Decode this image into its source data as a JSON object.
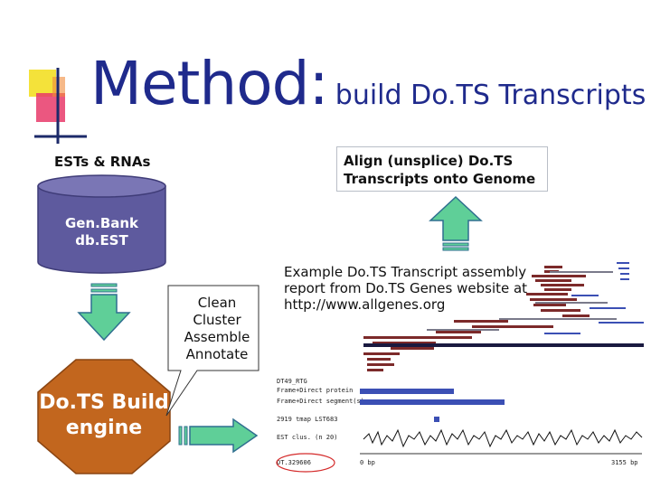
{
  "title": {
    "main": "Method:",
    "sub": "build Do.TS Transcripts"
  },
  "left": {
    "source_label": "ESTs & RNAs",
    "database": {
      "line1": "Gen.Bank",
      "line2": "db.EST"
    },
    "engine": {
      "line1": "Do.TS Build",
      "line2": "engine"
    }
  },
  "callout": {
    "lines": [
      "Clean",
      "Cluster",
      "Assemble",
      "Annotate"
    ]
  },
  "align": {
    "line1": "Align (unsplice) Do.TS",
    "line2": "Transcripts onto Genome"
  },
  "report": {
    "caption_line1": "Example Do.TS Transcript assembly",
    "caption_line2": "report from Do.TS Genes website at",
    "caption_line3": "http://www.allgenes.org",
    "track_labels": [
      "DT49_RTG",
      "Frame+Direct protein",
      "Frame+Direct segment(s)",
      "2919 tmap LST683",
      "EST clus. (n 20)",
      "DT.329606"
    ],
    "scale_start": "0 bp",
    "scale_end": "3155 bp"
  },
  "colors": {
    "title": "#1f2a8c",
    "database": "#5e5a9e",
    "arrow_fill": "#5fcf98",
    "arrow_stroke": "#2f6f8f",
    "engine": "#c2661e",
    "highlight_circle": "#d42a2a"
  }
}
